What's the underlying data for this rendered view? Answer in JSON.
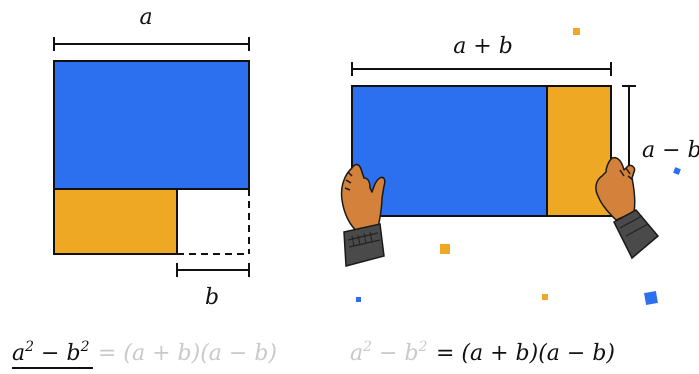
{
  "labels": {
    "left_top": "a",
    "left_bottom": "b",
    "right_top": "a + b",
    "right_side": "a − b"
  },
  "equations": {
    "left": {
      "lhs_a": "a",
      "lhs_exp": "2",
      "lhs_minus": " − ",
      "lhs_b": "b",
      "rhs": "= (a + b)(a − b)"
    },
    "right": {
      "lhs_a": "a",
      "lhs_exp": "2",
      "lhs_minus": " − ",
      "lhs_b": "b",
      "rhs": "= (a + b)(a − b)"
    }
  },
  "colors": {
    "blue": "#2C6FEF",
    "orange": "#EEA823",
    "stroke": "#111111",
    "faded_text": "#c9c9c9",
    "skin": "#D4823B",
    "cuff": "#4a4a4a"
  }
}
